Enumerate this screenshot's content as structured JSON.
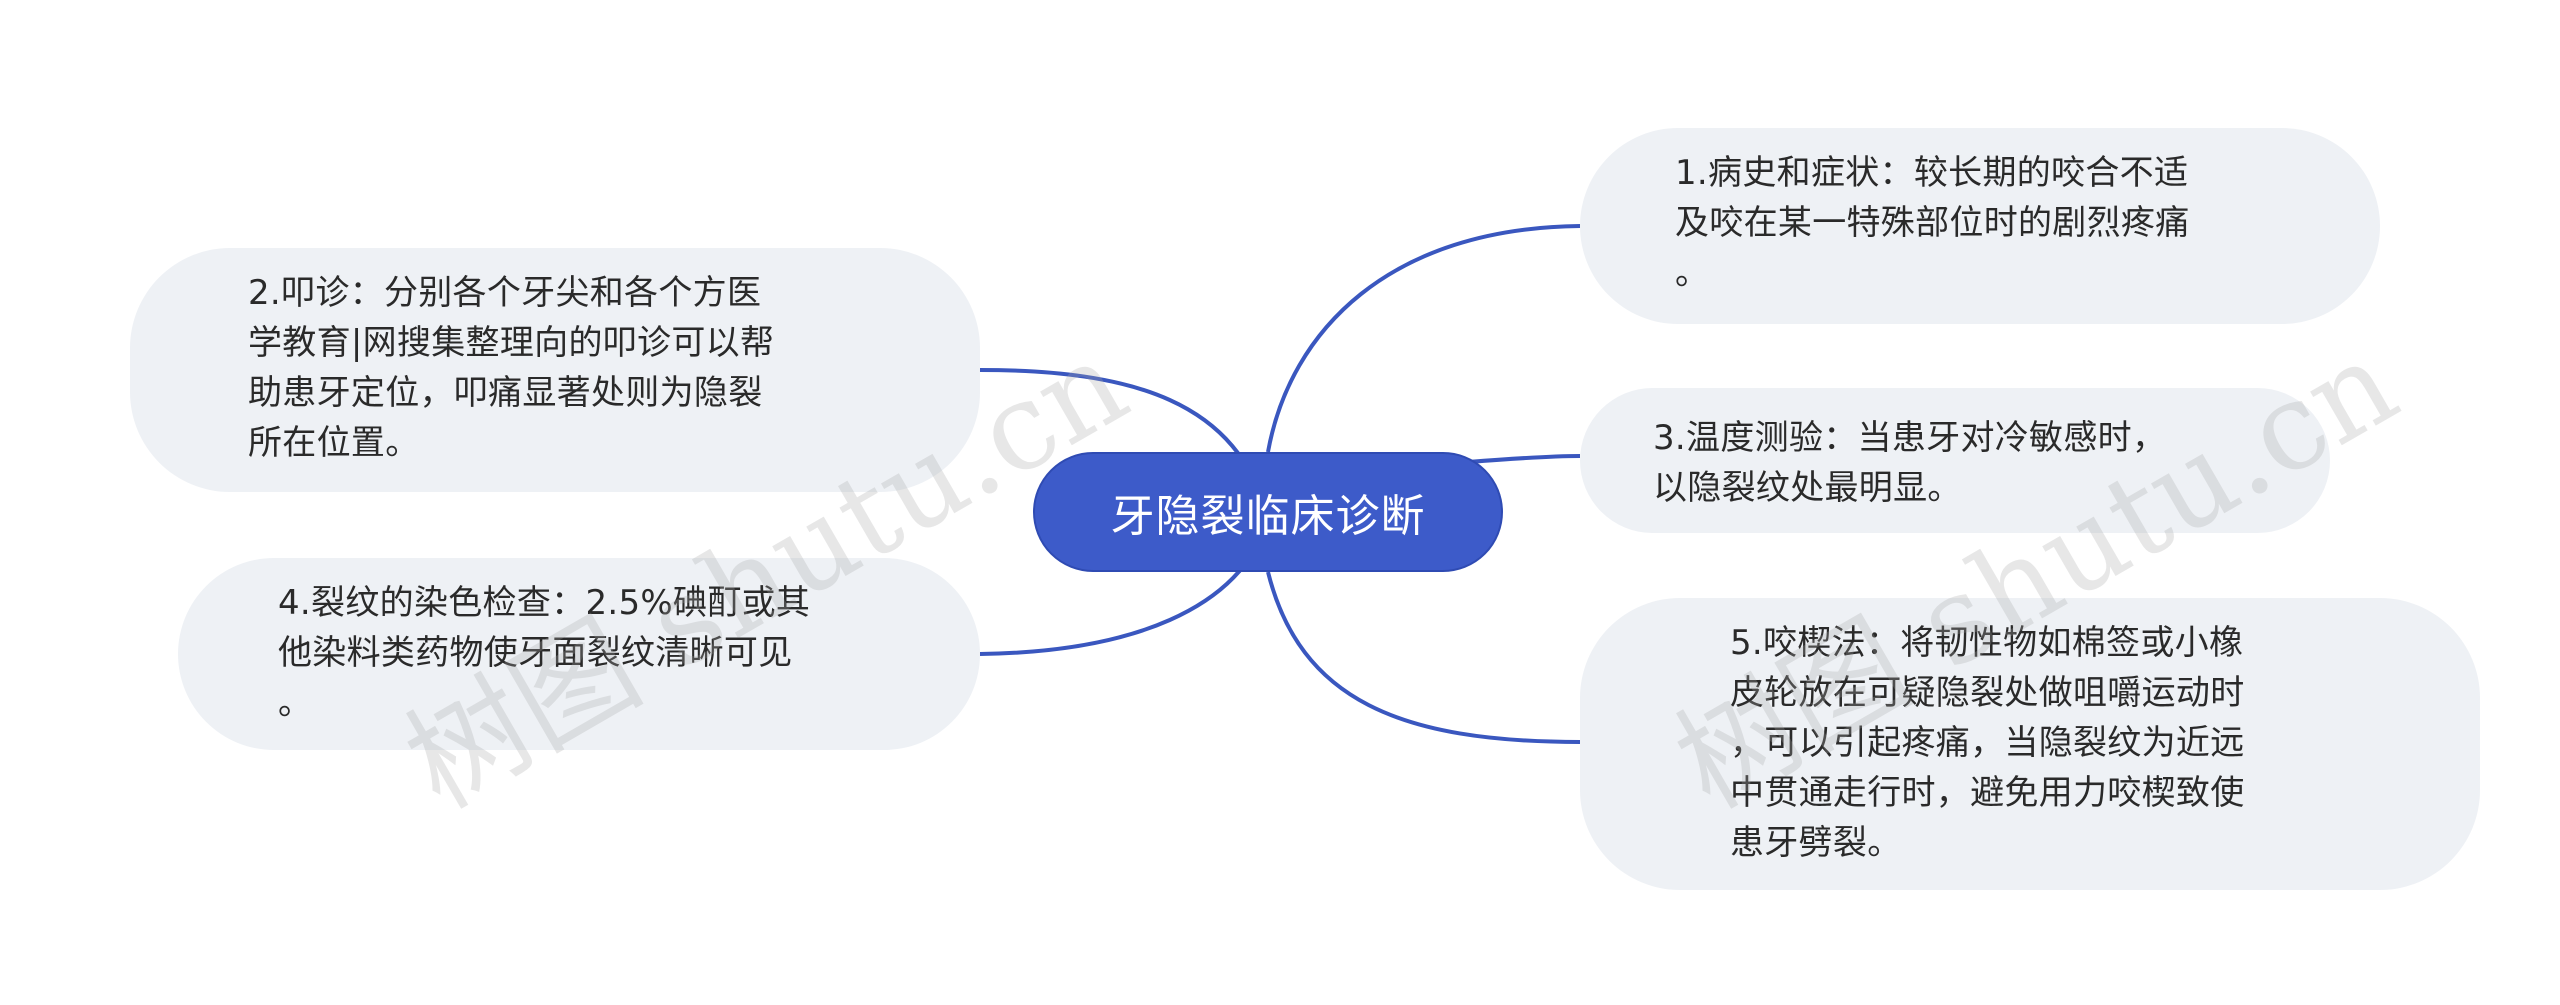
{
  "center": {
    "label": "牙隐裂临床诊断"
  },
  "nodes": {
    "n1": {
      "text": "1.病史和症状：较长期的咬合不适\n及咬在某一特殊部位时的剧烈疼痛\n。"
    },
    "n2": {
      "text": "2.叩诊：分别各个牙尖和各个方医\n学教育|网搜集整理向的叩诊可以帮\n助患牙定位，叩痛显著处则为隐裂\n所在位置。"
    },
    "n3": {
      "text": "3.温度测验：当患牙对冷敏感时，\n以隐裂纹处最明显。"
    },
    "n4": {
      "text": "4.裂纹的染色检查：2.5%碘酊或其\n他染料类药物使牙面裂纹清晰可见\n。"
    },
    "n5": {
      "text": "5.咬楔法：将韧性物如棉签或小橡\n皮轮放在可疑隐裂处做咀嚼运动时\n，可以引起疼痛，当隐裂纹为近远\n中贯通走行时，避免用力咬楔致使\n患牙劈裂。"
    }
  },
  "watermarks": [
    "树图 shutu.cn",
    "树图 shutu.cn"
  ],
  "colors": {
    "center_fill": "#3d5bc9",
    "node_fill": "#eef1f5",
    "link": "#3a57bf",
    "text": "#2a2a2a"
  }
}
